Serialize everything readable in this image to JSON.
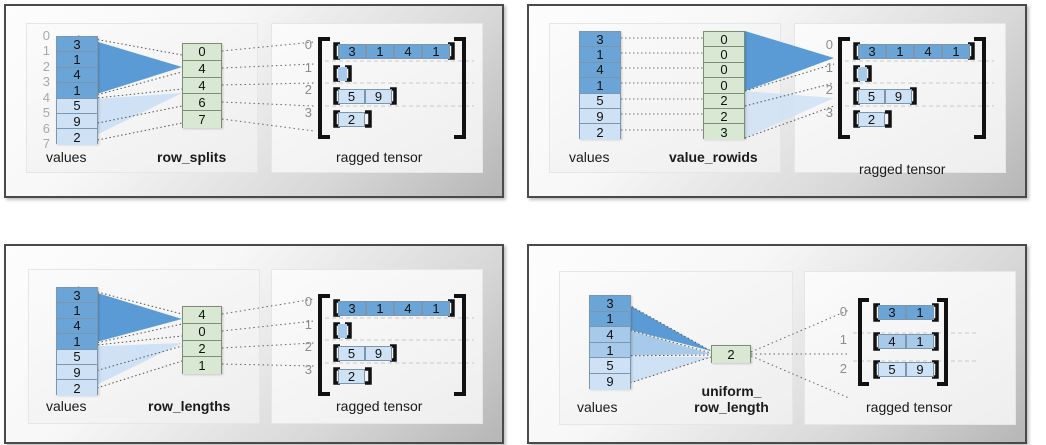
{
  "figure": {
    "title_absent": true,
    "caption_values": "values",
    "caption_ragged": "ragged tensor"
  },
  "colors": {
    "blue_dark": "#6ba5d7",
    "blue_mid": "#a8caea",
    "blue_light": "#cfe2f5",
    "green": "#d9e8d2",
    "green_border": "#7c8d78",
    "blue_border": "#7c96ad",
    "fan_dark": "#5b9bd5",
    "fan_light": "#cfe2f5",
    "index_gray": "#a9a9a9",
    "panel_border": "#4a4a4a",
    "bracket": "#111111",
    "row_divider": "#c9c9c9"
  },
  "panels": [
    {
      "id": "row-splits",
      "encoding_label": "row_splits",
      "encoding_label_lines": [
        "row_splits"
      ],
      "values": [
        3,
        1,
        4,
        1,
        5,
        9,
        2
      ],
      "value_shades": [
        "dark",
        "dark",
        "dark",
        "dark",
        "light",
        "light",
        "light"
      ],
      "value_index_labels": [
        "0",
        "1",
        "2",
        "3",
        "4",
        "5",
        "6",
        "7"
      ],
      "index_labels_at_boundaries": true,
      "encoding_values": [
        "0",
        "4",
        "4",
        "6",
        "7"
      ],
      "ragged_row_labels": [
        "0",
        "1",
        "2",
        "3"
      ],
      "ragged_rows": [
        [
          3,
          1,
          4,
          1
        ],
        [],
        [
          5,
          9
        ],
        [
          2
        ]
      ],
      "ragged_row_shades": [
        "dark",
        "dark",
        "light",
        "light"
      ]
    },
    {
      "id": "value-rowids",
      "encoding_label": "value_rowids",
      "encoding_label_lines": [
        "value_rowids"
      ],
      "values": [
        3,
        1,
        4,
        1,
        5,
        9,
        2
      ],
      "value_shades": [
        "dark",
        "dark",
        "dark",
        "dark",
        "light",
        "light",
        "light"
      ],
      "value_index_labels": [],
      "index_labels_at_boundaries": false,
      "encoding_values": [
        "0",
        "0",
        "0",
        "0",
        "2",
        "2",
        "3"
      ],
      "ragged_row_labels": [
        "0",
        "1",
        "2",
        "3"
      ],
      "ragged_rows": [
        [
          3,
          1,
          4,
          1
        ],
        [],
        [
          5,
          9
        ],
        [
          2
        ]
      ],
      "ragged_row_shades": [
        "dark",
        "dark",
        "light",
        "light"
      ]
    },
    {
      "id": "row-lengths",
      "encoding_label": "row_lengths",
      "encoding_label_lines": [
        "row_lengths"
      ],
      "values": [
        3,
        1,
        4,
        1,
        5,
        9,
        2
      ],
      "value_shades": [
        "dark",
        "dark",
        "dark",
        "dark",
        "light",
        "light",
        "light"
      ],
      "value_index_labels": [],
      "index_labels_at_boundaries": false,
      "encoding_values": [
        "4",
        "0",
        "2",
        "1"
      ],
      "ragged_row_labels": [
        "0",
        "1",
        "2",
        "3"
      ],
      "ragged_rows": [
        [
          3,
          1,
          4,
          1
        ],
        [],
        [
          5,
          9
        ],
        [
          2
        ]
      ],
      "ragged_row_shades": [
        "dark",
        "dark",
        "light",
        "light"
      ]
    },
    {
      "id": "uniform-row-length",
      "encoding_label": "uniform_ row_length",
      "encoding_label_lines": [
        "uniform_",
        "row_length"
      ],
      "values": [
        3,
        1,
        4,
        1,
        5,
        9
      ],
      "value_shades": [
        "dark",
        "dark",
        "mid",
        "mid",
        "light",
        "light"
      ],
      "value_index_labels": [],
      "index_labels_at_boundaries": false,
      "encoding_values": [
        "2"
      ],
      "ragged_row_labels": [
        "0",
        "1",
        "2"
      ],
      "ragged_rows": [
        [
          3,
          1
        ],
        [
          4,
          1
        ],
        [
          5,
          9
        ]
      ],
      "ragged_row_shades": [
        "dark",
        "mid",
        "light"
      ]
    }
  ]
}
